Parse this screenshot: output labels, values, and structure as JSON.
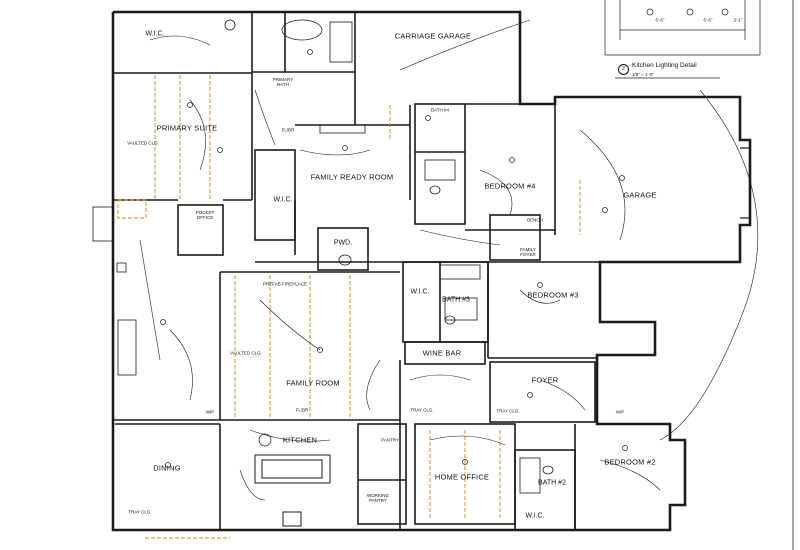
{
  "rooms": {
    "carriage_garage": "CARRIAGE GARAGE",
    "primary_suite": "PRIMARY SUITE",
    "family_ready_room": "FAMILY READY ROOM",
    "wic_primary": "W.I.C.",
    "wic_suite": "W.I.C.",
    "primary_bath": "PRIMARY\nBATH",
    "pocket_office": "POCKET\nOFFICE",
    "pwd": "PWD.",
    "bedroom4": "BEDROOM #4",
    "garage": "GARAGE",
    "bath4": "BATH #4",
    "bedroom3": "BEDROOM #3",
    "bath3": "BATH #3",
    "wic_bed3": "W.I.C.",
    "wine_bar": "WINE BAR",
    "family_room": "FAMILY ROOM",
    "foyer": "FOYER",
    "kitchen": "KITCHEN",
    "dining": "DINING",
    "pantry": "PANTRY",
    "working_pantry": "WORKING\nPANTRY",
    "home_office": "HOME OFFICE",
    "bath2": "BATH #2",
    "bedroom2": "BEDROOM #2",
    "wic_bed2": "W.I.C.",
    "family_foyer": "FAMILY\nFOYER"
  },
  "notes": {
    "vaulted_suite": "VAULTED CLG.",
    "vaulted_family": "VAULTED CLG.",
    "tray_dining": "TRAY CLG.",
    "tray_foyer": "TRAY CLG.",
    "prefab_fireplace": "PREFAB FIREPLACE",
    "bench": "BENCH",
    "wip1": "WIP",
    "wip2": "WIP",
    "flbr1": "FL/BR",
    "flbr2": "FL/BR",
    "tray_clg_home": "TRAY CLG."
  },
  "detail": {
    "number": "2",
    "title": "Kitchen Lighting Detail",
    "scale": "1/8\" = 1'-0\"",
    "dims": [
      "6'-6\"",
      "6'-6\"",
      "2'-1\""
    ]
  },
  "colors": {
    "line": "#1a1a1a",
    "accent": "#d4841c"
  }
}
